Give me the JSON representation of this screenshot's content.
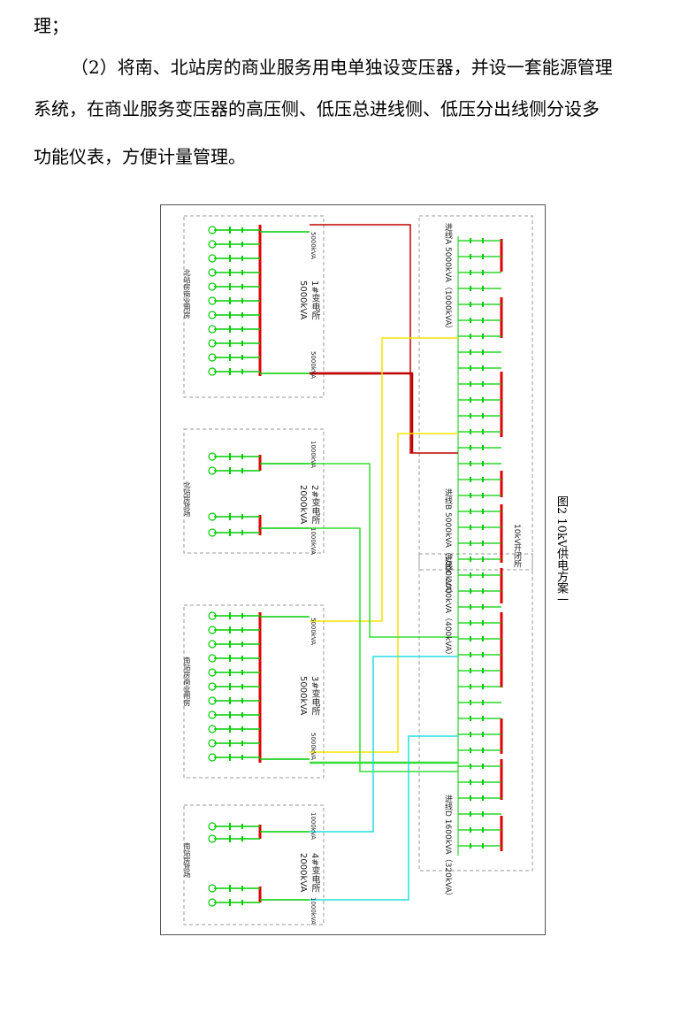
{
  "text": {
    "line1": "理；",
    "line2": "（2）将南、北站房的商业服务用电单独设变压器，并设一套能源管理",
    "line3": "系统，在商业服务变压器的高压侧、低压总进线侧、低压分出线侧分设多",
    "line4": "功能仪表，方便计量管理。"
  },
  "figure": {
    "caption": "图2  10kV供电方案一",
    "room_10kv": "10kV开闭所",
    "sources": {
      "a": "进线A 5000kVA（1000kVA）",
      "b": "进线B 5000kVA（1000kVA）",
      "c": "进线C 2000kVA（400kVA）",
      "d": "进线D 1600kVA（320kVA）"
    },
    "substations": [
      {
        "label": "1#变电所\n5000kVA",
        "tag_top": "5000kVA",
        "tag_bot": "5000kVA",
        "area": "北站房商业用房"
      },
      {
        "label": "2#变电所\n2000kVA",
        "tag_top": "1000kVA",
        "tag_bot": "1000kVA",
        "area": "北站房货场"
      },
      {
        "label": "3#变电所\n5000kVA",
        "tag_top": "5000kVA",
        "tag_bot": "5000kVA",
        "area": "南站房商业用房"
      },
      {
        "label": "4#变电所\n2000kVA",
        "tag_top": "1000kVA",
        "tag_bot": "1000kVA",
        "area": "南站房货场"
      }
    ],
    "colors": {
      "bus": "#e00000",
      "feeder": "#00cc00",
      "cable_red": "#c00000",
      "cable_yellow": "#f2e600",
      "cable_green": "#33dd33",
      "cable_cyan": "#22dddd"
    }
  }
}
